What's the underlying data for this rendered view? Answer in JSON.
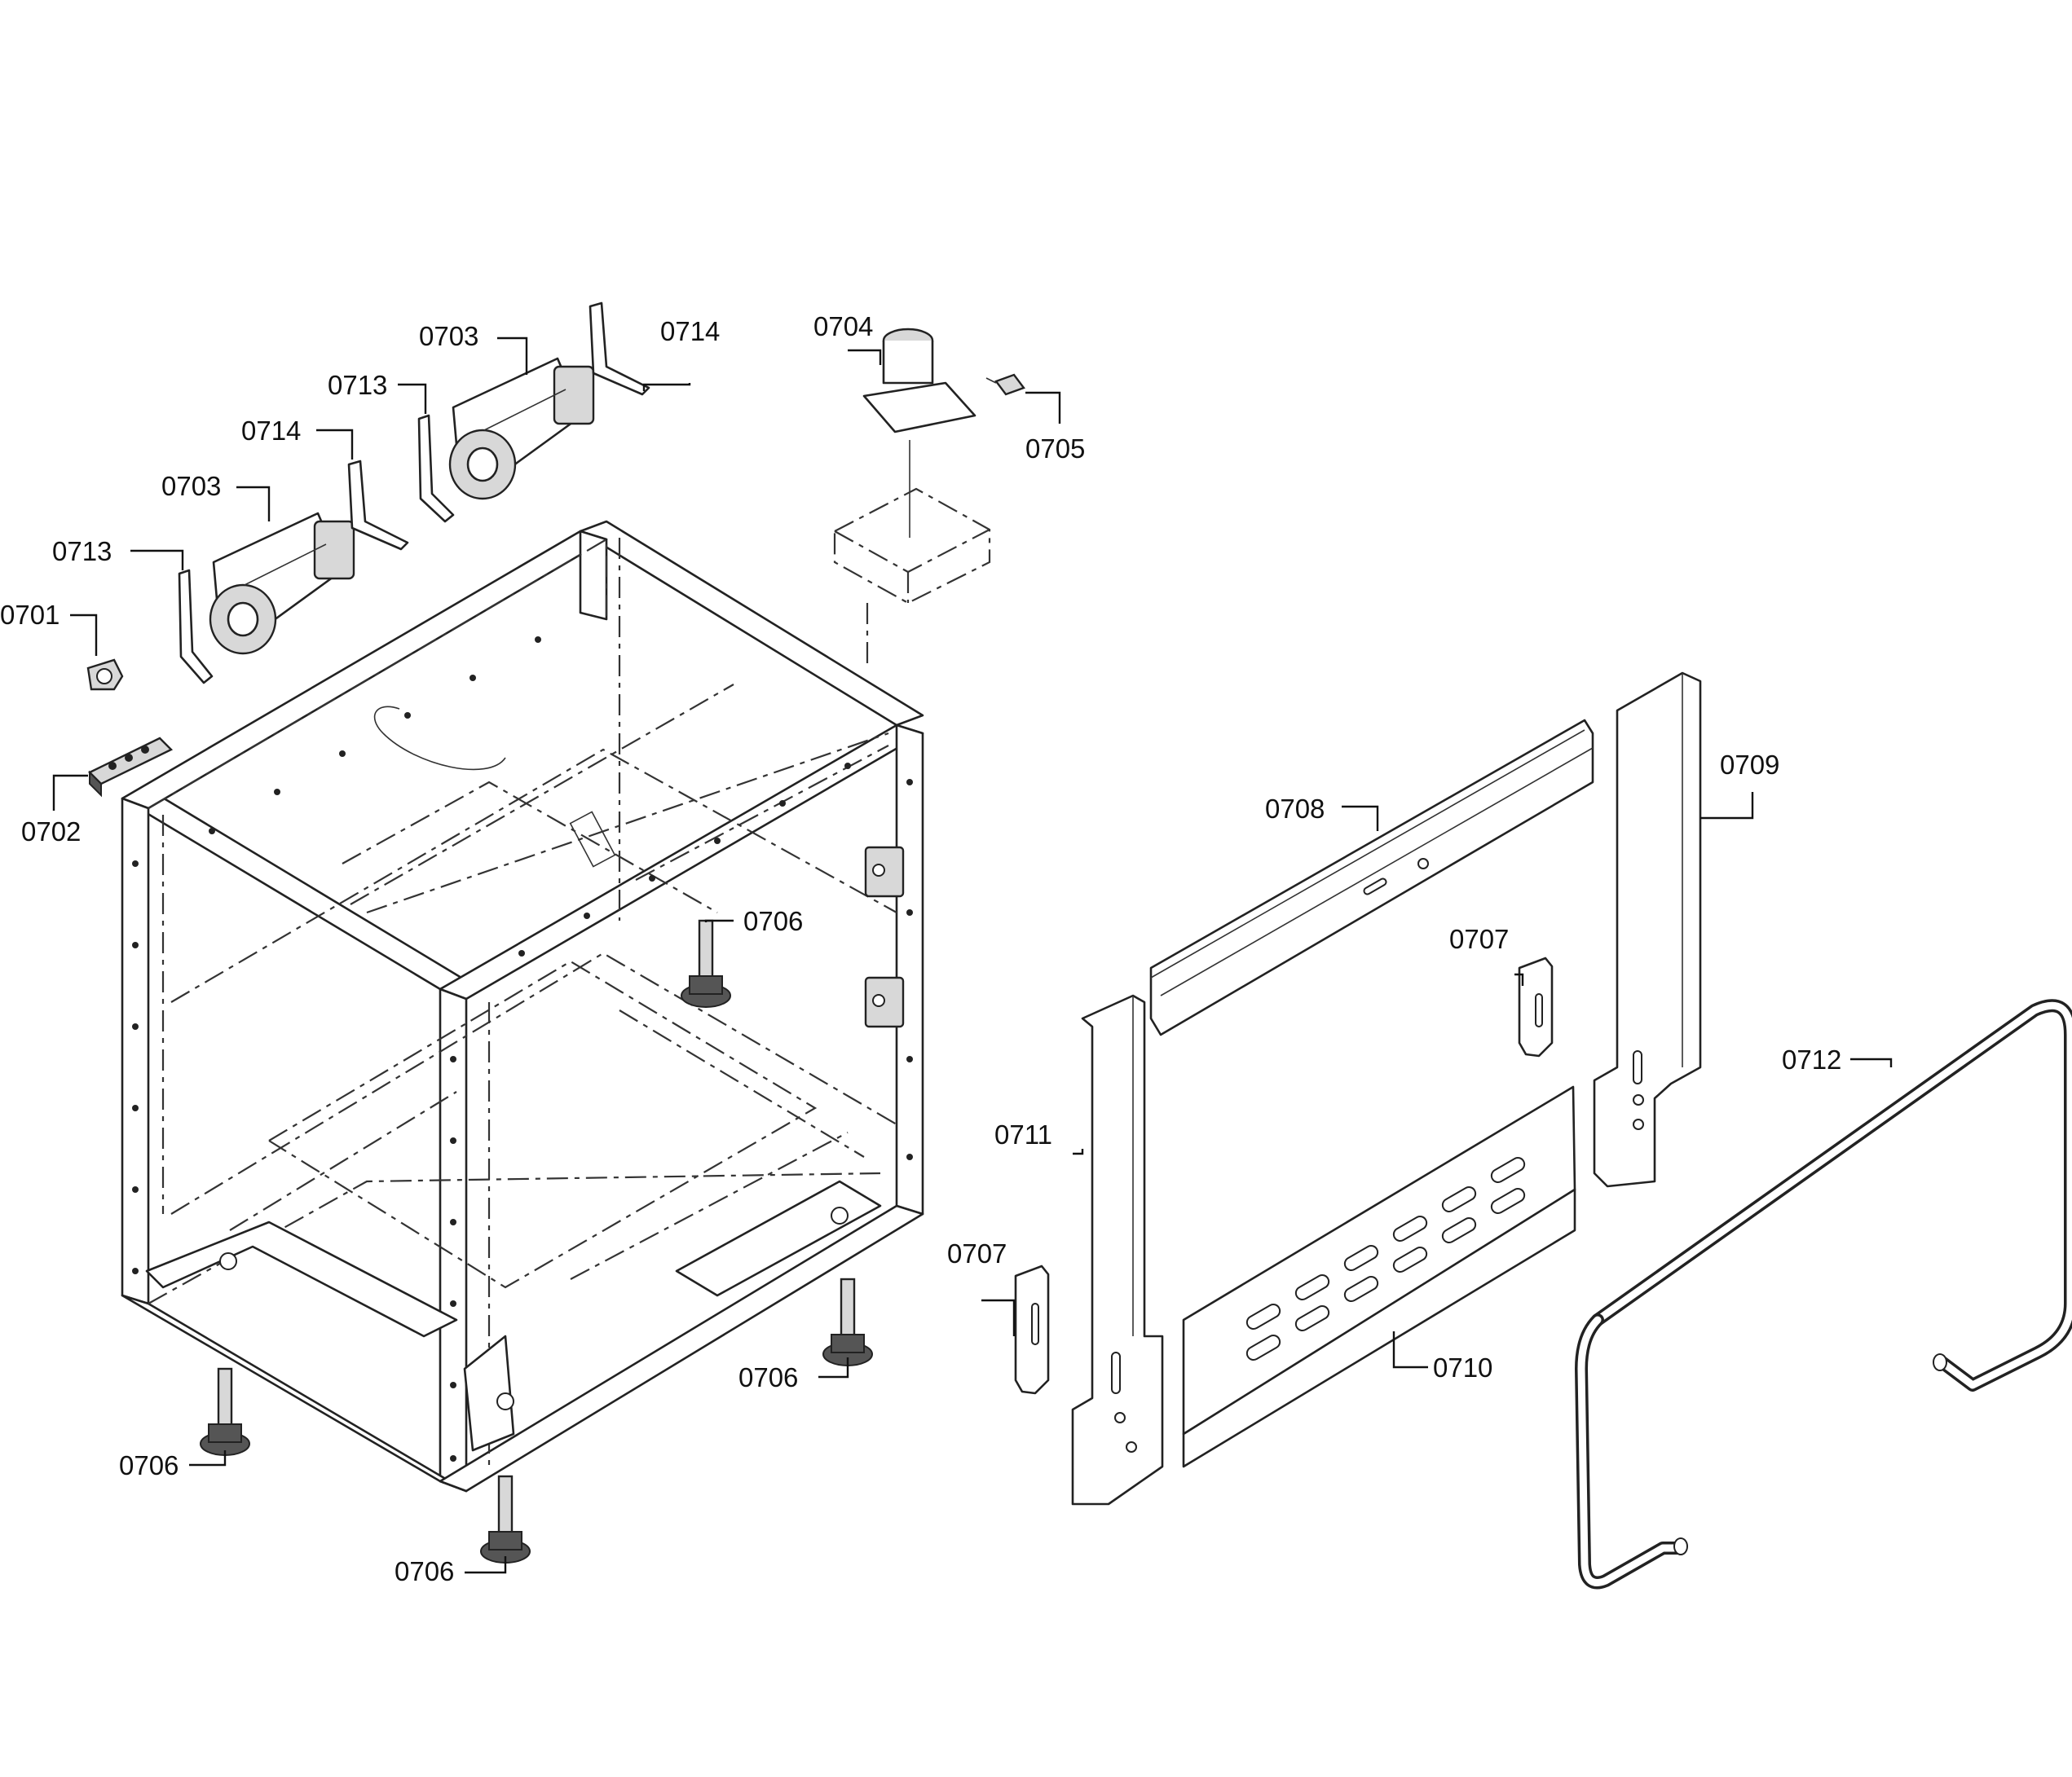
{
  "diagram": {
    "callouts": [
      {
        "id": "c-0701",
        "text": "0701"
      },
      {
        "id": "c-0702",
        "text": "0702"
      },
      {
        "id": "c-0703a",
        "text": "0703"
      },
      {
        "id": "c-0703b",
        "text": "0703"
      },
      {
        "id": "c-0704",
        "text": "0704"
      },
      {
        "id": "c-0705",
        "text": "0705"
      },
      {
        "id": "c-0706a",
        "text": "0706"
      },
      {
        "id": "c-0706b",
        "text": "0706"
      },
      {
        "id": "c-0706c",
        "text": "0706"
      },
      {
        "id": "c-0706d",
        "text": "0706"
      },
      {
        "id": "c-0707a",
        "text": "0707"
      },
      {
        "id": "c-0707b",
        "text": "0707"
      },
      {
        "id": "c-0708",
        "text": "0708"
      },
      {
        "id": "c-0709",
        "text": "0709"
      },
      {
        "id": "c-0710",
        "text": "0710"
      },
      {
        "id": "c-0711",
        "text": "0711"
      },
      {
        "id": "c-0712",
        "text": "0712"
      },
      {
        "id": "c-0713a",
        "text": "0713"
      },
      {
        "id": "c-0713b",
        "text": "0713"
      },
      {
        "id": "c-0714a",
        "text": "0714"
      },
      {
        "id": "c-0714b",
        "text": "0714"
      }
    ]
  }
}
